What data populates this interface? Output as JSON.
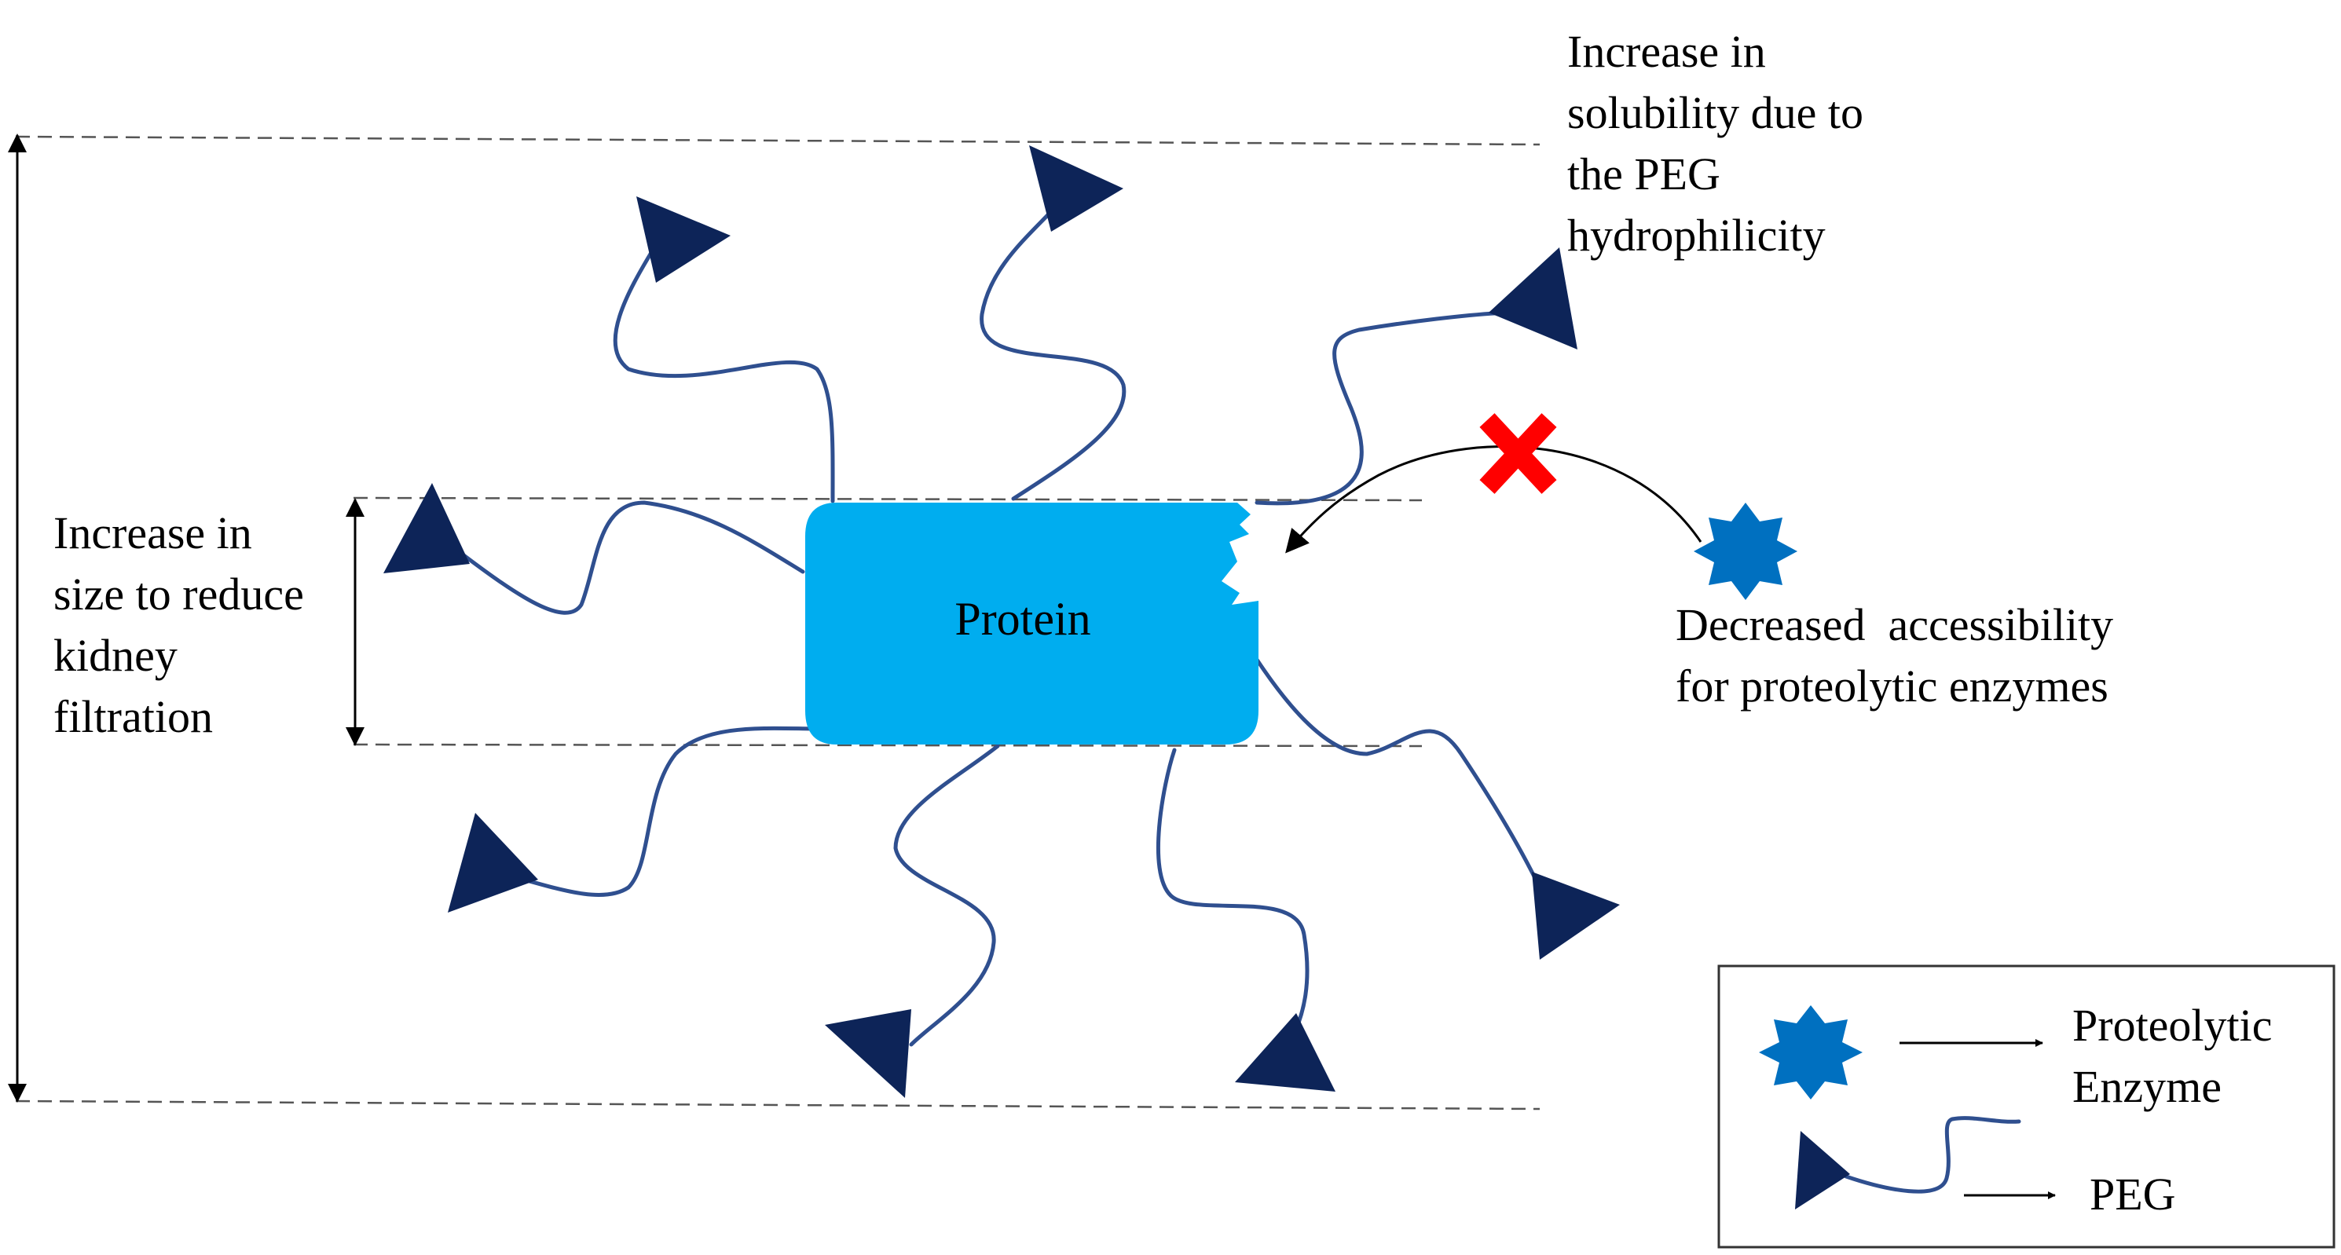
{
  "annotations": {
    "solubility": [
      "Increase in",
      "solubility due to",
      "the PEG",
      "hydrophilicity"
    ],
    "size": [
      "Increase in",
      "size to reduce",
      "kidney",
      "filtration"
    ],
    "accessibility": [
      "Decreased  accessibility",
      "for proteolytic enzymes"
    ]
  },
  "protein": {
    "label": "Protein"
  },
  "legend": {
    "enzyme": [
      "Proteolytic",
      "Enzyme"
    ],
    "peg": "PEG"
  },
  "colors": {
    "protein": "#00adef",
    "peg_chain": "#2f4f8f",
    "peg_head": "#0d2458",
    "enzyme": "#0070c0",
    "blocked_cross": "#ff0000"
  },
  "icons": [
    "enzyme-star-icon",
    "blocked-cross-icon",
    "peg-triangle-icon"
  ]
}
